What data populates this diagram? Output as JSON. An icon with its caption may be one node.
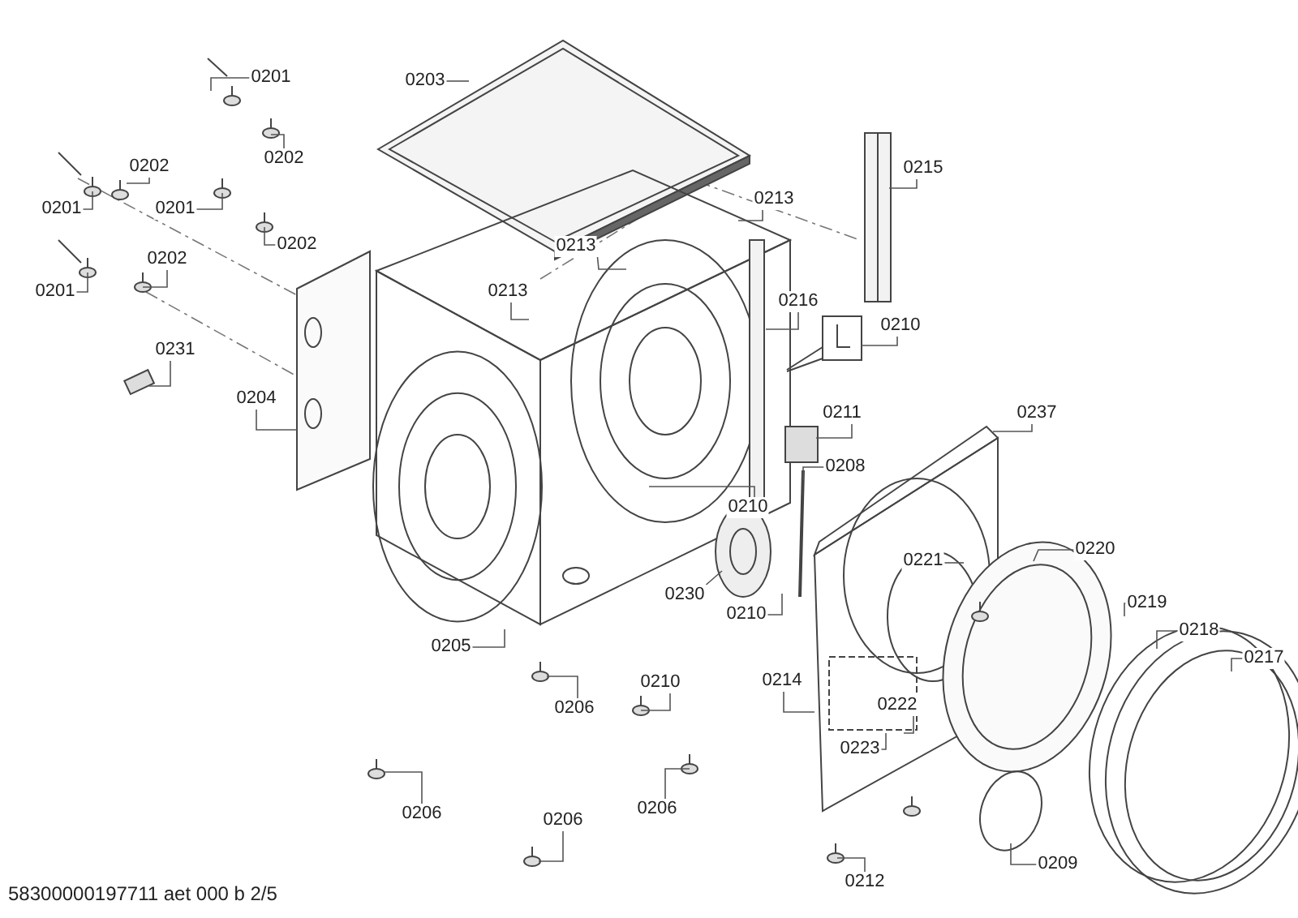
{
  "diagram": {
    "nodes": [
      {
        "text": [
          "0201"
        ]
      },
      {
        "text": [
          "0203"
        ]
      },
      {
        "text": [
          "0202"
        ]
      },
      {
        "text": [
          "0202"
        ]
      },
      {
        "text": [
          "0201"
        ]
      },
      {
        "text": [
          "0201"
        ]
      },
      {
        "text": [
          "0202"
        ]
      },
      {
        "text": [
          "0202"
        ]
      },
      {
        "text": [
          "0201"
        ]
      },
      {
        "text": [
          "0231"
        ]
      },
      {
        "text": [
          "0204"
        ]
      },
      {
        "text": [
          "0213"
        ]
      },
      {
        "text": [
          "0213"
        ]
      },
      {
        "text": [
          "0213"
        ]
      },
      {
        "text": [
          "0215"
        ]
      },
      {
        "text": [
          "0216"
        ]
      },
      {
        "text": [
          "0210"
        ]
      },
      {
        "text": [
          "0211"
        ]
      },
      {
        "text": [
          "0237"
        ]
      },
      {
        "text": [
          "0208"
        ]
      },
      {
        "text": [
          "0210"
        ]
      },
      {
        "text": [
          "0230"
        ]
      },
      {
        "text": [
          "0210"
        ]
      },
      {
        "text": [
          "0205"
        ]
      },
      {
        "text": [
          "0206"
        ]
      },
      {
        "text": [
          "0210"
        ]
      },
      {
        "text": [
          "0214"
        ]
      },
      {
        "text": [
          "0221"
        ]
      },
      {
        "text": [
          "0220"
        ]
      },
      {
        "text": [
          "0219"
        ]
      },
      {
        "text": [
          "0218"
        ]
      },
      {
        "text": [
          "0217"
        ]
      },
      {
        "text": [
          "0222"
        ]
      },
      {
        "text": [
          "0223"
        ]
      },
      {
        "text": [
          "0206"
        ]
      },
      {
        "text": [
          "0206"
        ]
      },
      {
        "text": [
          "0206"
        ]
      },
      {
        "text": [
          "0212"
        ]
      },
      {
        "text": [
          "0209"
        ]
      }
    ],
    "edges": [
      {
        "from": 0,
        "to": null,
        "arrow": "none"
      },
      {
        "from": 1,
        "to": null,
        "arrow": "none"
      },
      {
        "from": 2,
        "to": null,
        "arrow": "none"
      },
      {
        "from": 3,
        "to": null,
        "arrow": "none"
      },
      {
        "from": 4,
        "to": null,
        "arrow": "none"
      },
      {
        "from": 5,
        "to": null,
        "arrow": "none"
      },
      {
        "from": 6,
        "to": null,
        "arrow": "none"
      },
      {
        "from": 7,
        "to": null,
        "arrow": "none"
      },
      {
        "from": 8,
        "to": null,
        "arrow": "none"
      },
      {
        "from": 9,
        "to": null,
        "arrow": "none"
      },
      {
        "from": 10,
        "to": null,
        "arrow": "none"
      },
      {
        "from": 11,
        "to": null,
        "arrow": "none"
      },
      {
        "from": 12,
        "to": null,
        "arrow": "none"
      },
      {
        "from": 13,
        "to": null,
        "arrow": "none"
      },
      {
        "from": 14,
        "to": null,
        "arrow": "none"
      },
      {
        "from": 15,
        "to": null,
        "arrow": "none"
      },
      {
        "from": 16,
        "to": null,
        "arrow": "none"
      },
      {
        "from": 17,
        "to": null,
        "arrow": "none"
      },
      {
        "from": 18,
        "to": null,
        "arrow": "none"
      },
      {
        "from": 19,
        "to": null,
        "arrow": "none"
      },
      {
        "from": 20,
        "to": null,
        "arrow": "none"
      },
      {
        "from": 21,
        "to": null,
        "arrow": "none"
      },
      {
        "from": 22,
        "to": null,
        "arrow": "none"
      },
      {
        "from": 23,
        "to": null,
        "arrow": "none"
      },
      {
        "from": 24,
        "to": null,
        "arrow": "none"
      },
      {
        "from": 25,
        "to": null,
        "arrow": "none"
      },
      {
        "from": 26,
        "to": null,
        "arrow": "none"
      },
      {
        "from": 27,
        "to": null,
        "arrow": "none"
      },
      {
        "from": 28,
        "to": null,
        "arrow": "none"
      },
      {
        "from": 29,
        "to": null,
        "arrow": "none"
      },
      {
        "from": 30,
        "to": null,
        "arrow": "none"
      },
      {
        "from": 31,
        "to": null,
        "arrow": "none"
      },
      {
        "from": 32,
        "to": null,
        "arrow": "none"
      },
      {
        "from": 33,
        "to": null,
        "arrow": "none"
      },
      {
        "from": 34,
        "to": null,
        "arrow": "none"
      },
      {
        "from": 35,
        "to": null,
        "arrow": "none"
      },
      {
        "from": 36,
        "to": null,
        "arrow": "none"
      },
      {
        "from": 37,
        "to": null,
        "arrow": "none"
      },
      {
        "from": 38,
        "to": null,
        "arrow": "none"
      }
    ],
    "labels": [
      "58300000197711 aet 000 b 2/5"
    ]
  }
}
